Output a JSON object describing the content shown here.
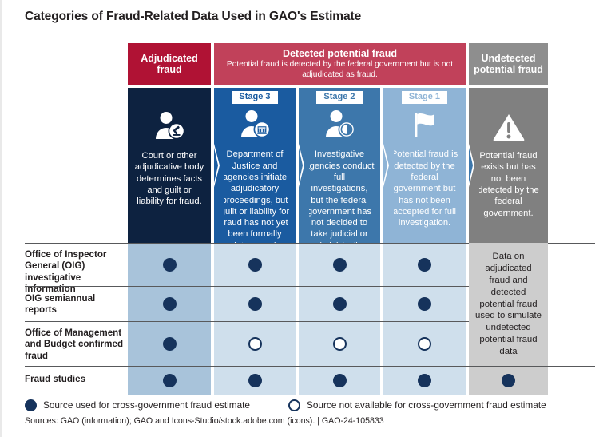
{
  "page": {
    "title": "Categories of Fraud-Related Data Used in GAO's Estimate",
    "background": "#ffffff"
  },
  "colors": {
    "adjudicated_header": "#b01234",
    "detected_header": "#c1415a",
    "undetected_header": "#8e8e8e",
    "stage_adjudicated": "#0d2240",
    "stage_3": "#1a5ba0",
    "stage_2": "#3d77ab",
    "stage_1": "#8fb4d6",
    "stage_undetected": "#808080",
    "cell_col1": "#a8c3da",
    "cell_other": "#cfdfec",
    "cell_gray": "#cdcdcd",
    "dot_navy": "#16335c",
    "rule": "#58595b"
  },
  "categories": [
    {
      "id": "adjudicated-fraud",
      "title": "Adjudicated fraud",
      "subtitle": ""
    },
    {
      "id": "detected-potential-fraud",
      "title": "Detected potential fraud",
      "subtitle": "Potential fraud is detected by the federal government but is not adjudicated as fraud."
    },
    {
      "id": "undetected-potential-fraud",
      "title": "Undetected potential fraud",
      "subtitle": ""
    }
  ],
  "stages": [
    {
      "id": "adjudicated",
      "badge": "",
      "icon": "person-gavel-icon",
      "text": "Court or other adjudicative body determines facts and guilt or liability for fraud."
    },
    {
      "id": "stage-3",
      "badge": "Stage 3",
      "icon": "person-courthouse-icon",
      "text": "Department of Justice and agencies initiate adjudicatory proceedings, but guilt or liability for fraud has not yet been formally determined."
    },
    {
      "id": "stage-2",
      "badge": "Stage 2",
      "icon": "person-magnifier-icon",
      "text": "Investigative agencies conduct full investigations, but the federal government has not decided to take judicial or administrative actions to remedy."
    },
    {
      "id": "stage-1",
      "badge": "Stage 1",
      "icon": "flag-icon",
      "text": "Potential fraud is detected by the federal government but has not been accepted for full investigation."
    },
    {
      "id": "undetected",
      "badge": "",
      "icon": "warning-triangle-icon",
      "text": "Potential fraud exists but has not been detected by the federal government."
    }
  ],
  "matrix": {
    "rows": [
      {
        "label": "Office of Inspector General (OIG) investigative information",
        "marks": [
          "filled",
          "filled",
          "filled",
          "filled"
        ]
      },
      {
        "label": "OIG semiannual reports",
        "marks": [
          "filled",
          "filled",
          "filled",
          "filled"
        ]
      },
      {
        "label": "Office of Management and Budget confirmed fraud",
        "marks": [
          "filled",
          "open",
          "open",
          "open"
        ]
      },
      {
        "label": "Fraud studies",
        "marks": [
          "filled",
          "filled",
          "filled",
          "filled"
        ]
      }
    ],
    "undetected_note": "Data on adjudicated fraud and detected potential fraud used to simulate undetected potential fraud data",
    "undetected_last_mark": "filled"
  },
  "legend": [
    {
      "mark": "filled",
      "label": "Source used for cross-government fraud estimate"
    },
    {
      "mark": "open",
      "label": "Source not available for cross-government fraud estimate"
    }
  ],
  "sources": "Sources: GAO (information); GAO and Icons-Studio/stock.adobe.com (icons).  |  GAO-24-105833"
}
